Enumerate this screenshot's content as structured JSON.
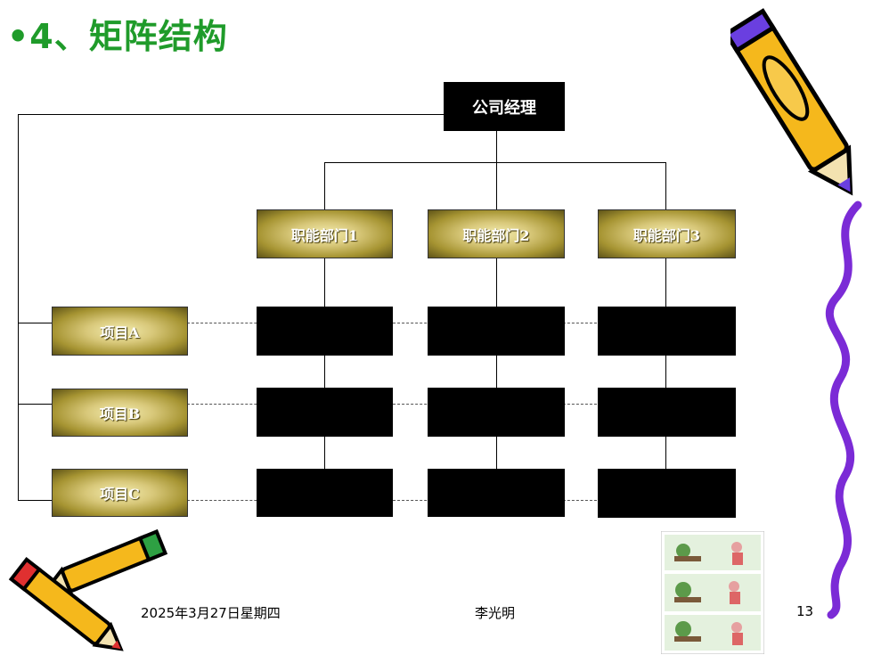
{
  "slide": {
    "title": "•4、矩阵结构",
    "footer_date": "2025年3月27日星期四",
    "footer_author": "李光明",
    "page_number": "13"
  },
  "org": {
    "ceo": "公司经理",
    "departments": [
      "职能部门1",
      "职能部门2",
      "职能部门3"
    ],
    "projects": [
      "项目A",
      "项目B",
      "项目C"
    ]
  },
  "colors": {
    "title": "#1f9b2a",
    "ribbon": "#7b2bd6",
    "pencil_body": "#f5b81c"
  },
  "icons": [
    "pencil-icon",
    "crossed-pencils-icon",
    "comic-strip-image",
    "ribbon-decoration"
  ]
}
